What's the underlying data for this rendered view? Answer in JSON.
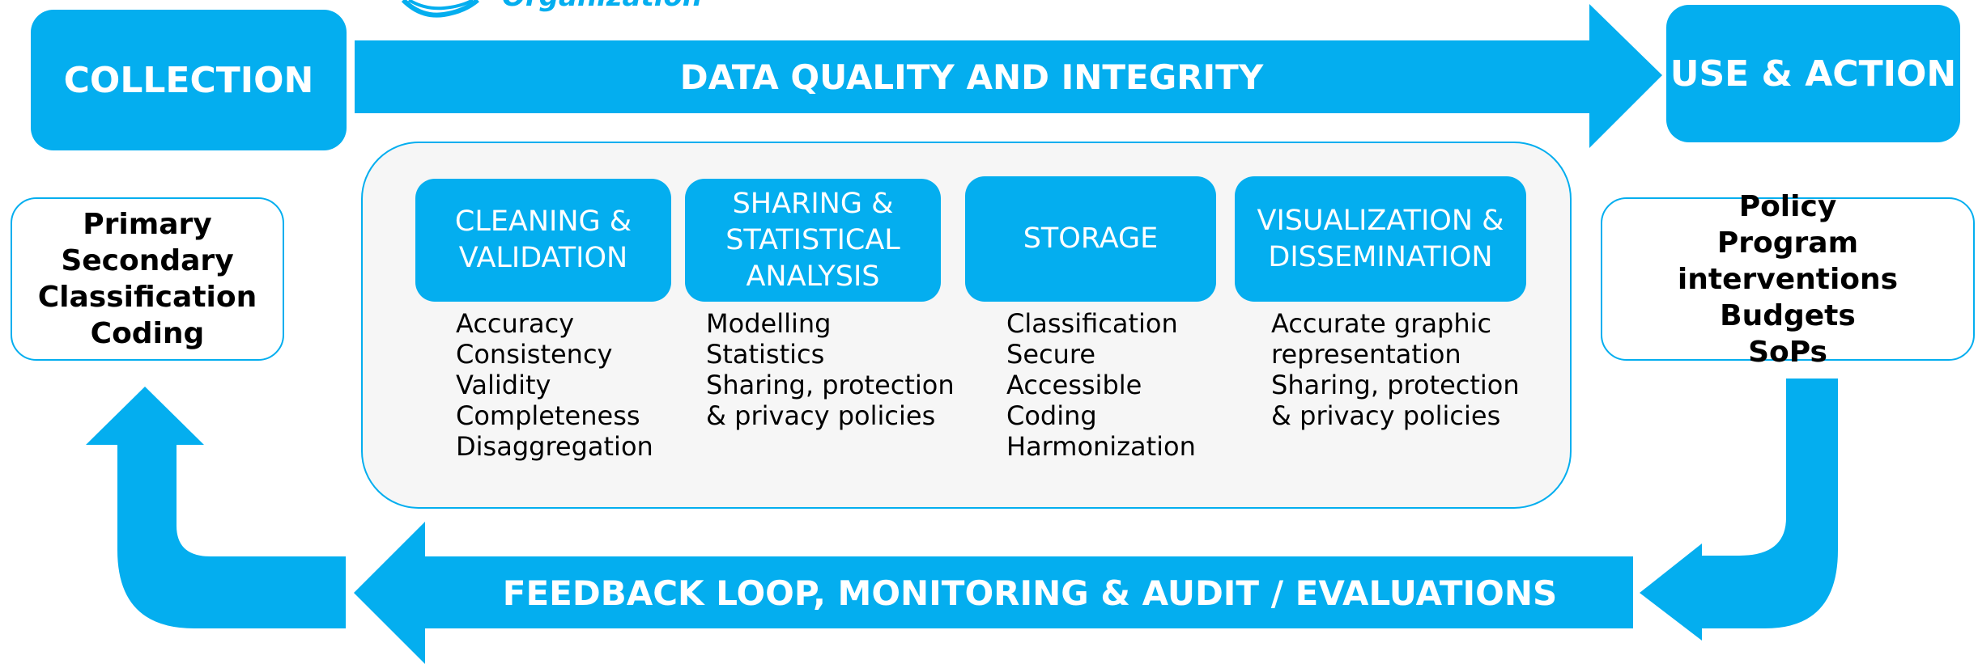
{
  "logo": {
    "text": "Organization"
  },
  "collection": {
    "label": "COLLECTION"
  },
  "use_action": {
    "label": "USE & ACTION"
  },
  "top_band": {
    "label": "DATA QUALITY AND INTEGRITY"
  },
  "bottom_band": {
    "label": "FEEDBACK LOOP, MONITORING & AUDIT / EVALUATIONS"
  },
  "left_box": {
    "items": [
      "Primary",
      "Secondary",
      "Classification",
      "Coding"
    ]
  },
  "right_box": {
    "items": [
      "Policy",
      "Program interventions",
      "Budgets",
      "SoPs"
    ]
  },
  "stages": [
    {
      "title": "CLEANING &\nVALIDATION",
      "items": [
        "Accuracy",
        "Consistency",
        "Validity",
        "Completeness",
        "Disaggregation"
      ]
    },
    {
      "title": "SHARING &\nSTATISTICAL\nANALYSIS",
      "items": [
        "Modelling",
        "Statistics",
        "Sharing, protection",
        "& privacy policies"
      ]
    },
    {
      "title": "STORAGE",
      "items": [
        "Classification",
        "Secure",
        "Accessible",
        "Coding",
        "Harmonization"
      ]
    },
    {
      "title": "VISUALIZATION &\nDISSEMINATION",
      "items": [
        "Accurate graphic",
        "representation",
        "Sharing, protection",
        "& privacy policies"
      ]
    }
  ],
  "colors": {
    "accent": "#04aeef",
    "panel_bg": "#f6f6f6"
  }
}
